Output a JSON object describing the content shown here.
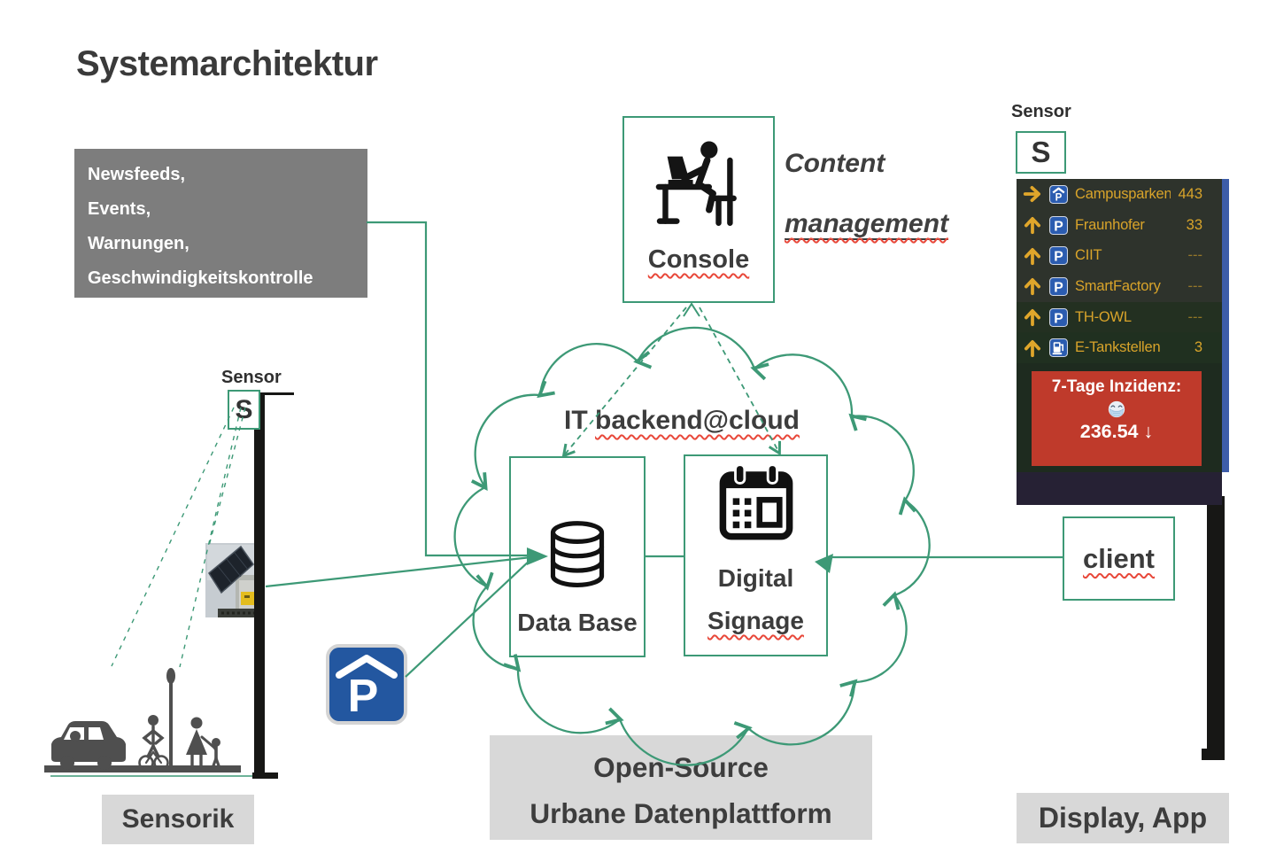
{
  "title": "Systemarchitektur",
  "newsfeeds": {
    "lines": [
      "Newsfeeds,",
      "Events,",
      "Warnungen,",
      "Geschwindigkeitskontrolle"
    ]
  },
  "console": {
    "label": "Console",
    "caption": {
      "line1": "Content",
      "line2": "management"
    }
  },
  "cloud": {
    "label_prefix": "IT ",
    "label_main": "backend@cloud"
  },
  "database": {
    "label": "Data Base"
  },
  "signage": {
    "line1": "Digital",
    "line2": "Signage"
  },
  "client": {
    "label": "client"
  },
  "left_sensor": {
    "label": "Sensor",
    "letter": "S"
  },
  "right_sensor": {
    "label": "Sensor",
    "letter": "S"
  },
  "parking_sign": {
    "letter": "P"
  },
  "display_panel": {
    "rows": [
      {
        "direction": "right",
        "icon": "parkhaus",
        "name": "Campusparken",
        "value": "443"
      },
      {
        "direction": "up",
        "icon": "parking",
        "name": "Fraunhofer",
        "value": "33"
      },
      {
        "direction": "up",
        "icon": "parking",
        "name": "CIIT",
        "value": "---"
      },
      {
        "direction": "up",
        "icon": "parking",
        "name": "SmartFactory",
        "value": "---"
      },
      {
        "direction": "up",
        "icon": "parking",
        "name": "TH-OWL",
        "value": "---"
      },
      {
        "direction": "up",
        "icon": "charging",
        "name": "E-Tankstellen",
        "value": "3"
      }
    ],
    "incidence": {
      "title": "7-Tage Inzidenz:",
      "emoji": "mask-face-icon",
      "value": "236.54",
      "trend_glyph": "↓"
    }
  },
  "footer": {
    "sensorik": "Sensorik",
    "platform_line1": "Open-Source",
    "platform_line2": "Urbane Datenplattform",
    "display_app": "Display, App"
  },
  "colors": {
    "teal": "#3d9976",
    "squiggle_red": "#e8483a",
    "amber": "#d9a42a",
    "sign_blue": "#2b5cb0",
    "gray_box": "#7d7d7d",
    "light_gray_box": "#d8d8d8",
    "incidence_red": "#bf3a2b",
    "panel_dark": "#1e2b1f"
  }
}
